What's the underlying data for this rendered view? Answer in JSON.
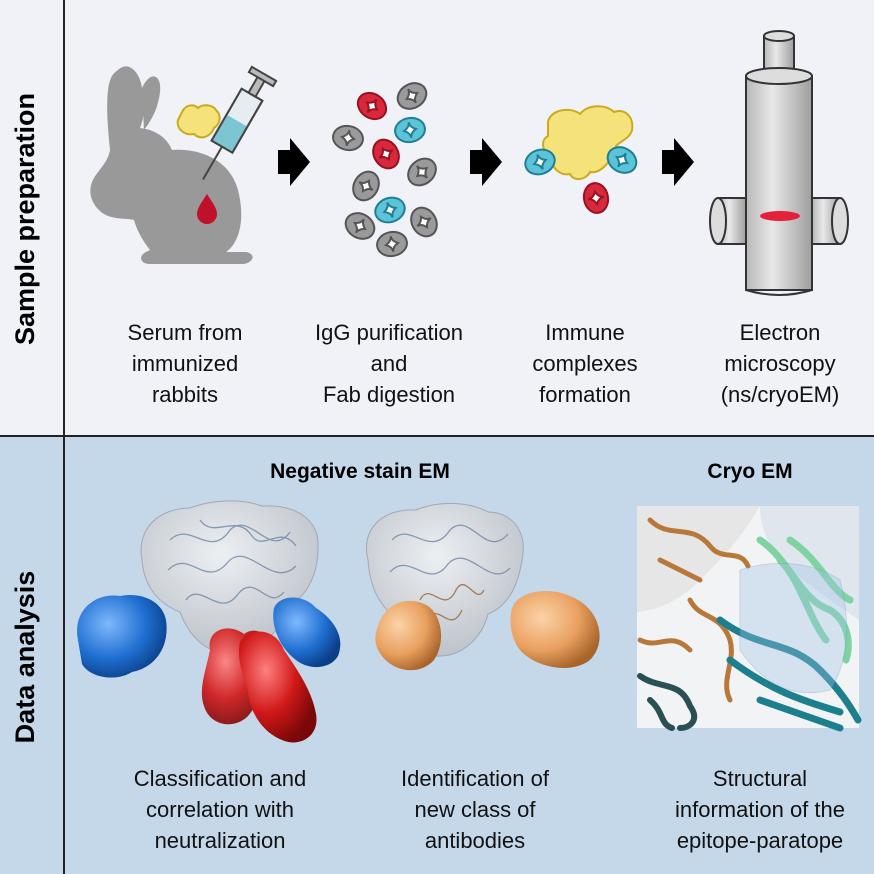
{
  "sections": {
    "top_label": "Sample preparation",
    "bottom_label": "Data analysis"
  },
  "steps": [
    {
      "lines": [
        "Serum from",
        "immunized",
        "rabbits"
      ]
    },
    {
      "lines": [
        "IgG purification",
        "and",
        "Fab digestion"
      ]
    },
    {
      "lines": [
        "Immune",
        "complexes",
        "formation"
      ]
    },
    {
      "lines": [
        "Electron",
        "microscopy",
        "(ns/cryoEM)"
      ]
    }
  ],
  "analysis": {
    "ns_heading": "Negative stain EM",
    "cryo_heading": "Cryo EM",
    "captions": [
      {
        "lines": [
          "Classification and",
          "correlation with",
          "neutralization"
        ]
      },
      {
        "lines": [
          "Identification of",
          "new class of",
          "antibodies"
        ]
      },
      {
        "lines": [
          "Structural",
          "information of the",
          "epitope-paratope"
        ]
      }
    ]
  },
  "colors": {
    "antigen": "#f5e27a",
    "fab_red": "#d8283c",
    "fab_cyan": "#5cc3d8",
    "fab_gray": "#9a9a9a",
    "density_blue": "#1f6fd0",
    "density_red": "#d01818",
    "density_orange": "#e9a060"
  }
}
